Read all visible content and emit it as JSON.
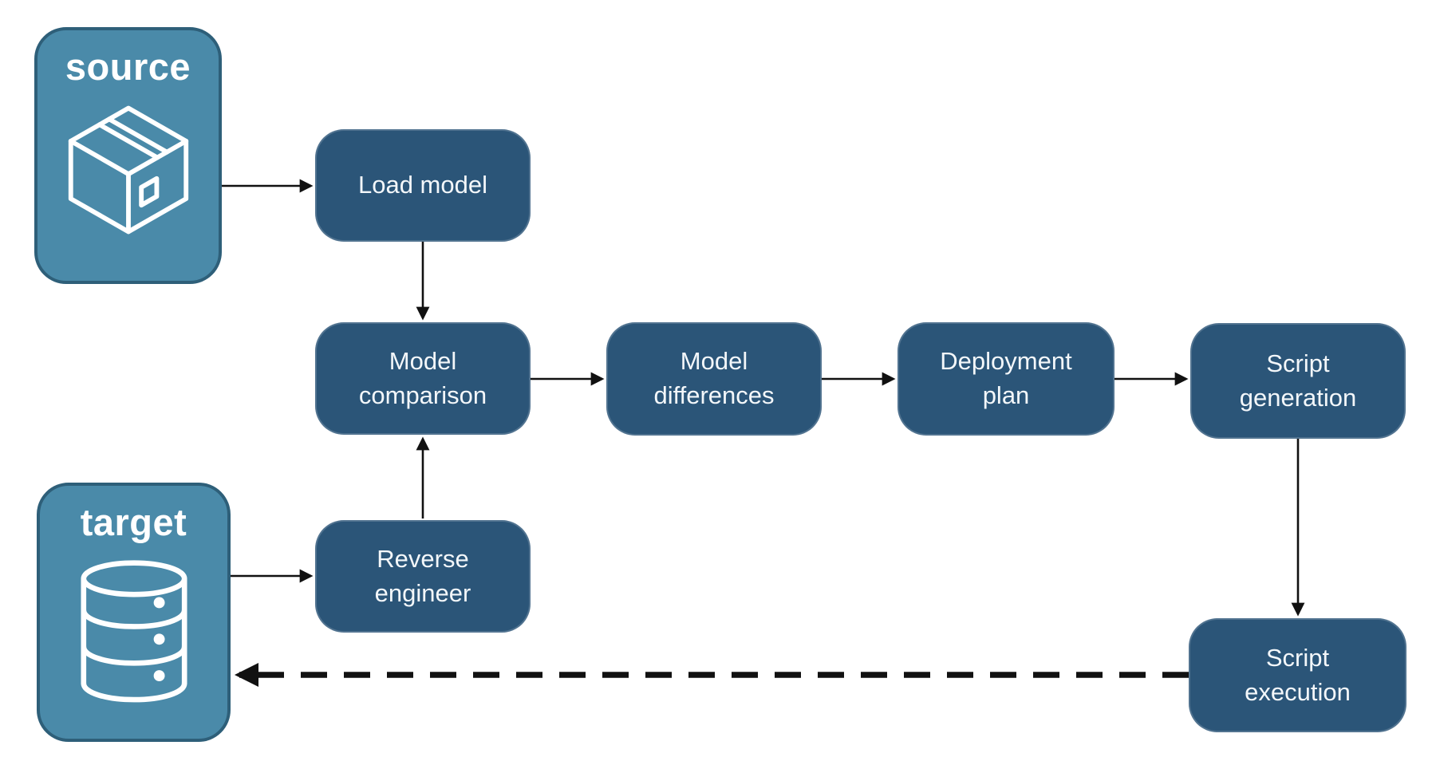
{
  "diagram": {
    "nodes": {
      "source": {
        "label": "source",
        "kind": "container",
        "icon": "package-icon"
      },
      "target": {
        "label": "target",
        "kind": "container",
        "icon": "database-icon"
      },
      "load_model": {
        "label": "Load model",
        "kind": "process"
      },
      "model_comparison": {
        "label": "Model comparison",
        "kind": "process"
      },
      "model_differences": {
        "label": "Model differences",
        "kind": "process"
      },
      "deployment_plan": {
        "label": "Deployment plan",
        "kind": "process"
      },
      "script_generation": {
        "label": "Script generation",
        "kind": "process"
      },
      "reverse_engineer": {
        "label": "Reverse engineer",
        "kind": "process"
      },
      "script_execution": {
        "label": "Script execution",
        "kind": "process"
      }
    },
    "edges": [
      {
        "id": "source-to-load-model",
        "from": "source",
        "to": "load_model",
        "style": "solid"
      },
      {
        "id": "load-model-to-model-comparison",
        "from": "load_model",
        "to": "model_comparison",
        "style": "solid"
      },
      {
        "id": "reverse-engineer-to-model-comparison",
        "from": "reverse_engineer",
        "to": "model_comparison",
        "style": "solid"
      },
      {
        "id": "model-comparison-to-model-differences",
        "from": "model_comparison",
        "to": "model_differences",
        "style": "solid"
      },
      {
        "id": "model-differences-to-deployment-plan",
        "from": "model_differences",
        "to": "deployment_plan",
        "style": "solid"
      },
      {
        "id": "deployment-plan-to-script-generation",
        "from": "deployment_plan",
        "to": "script_generation",
        "style": "solid"
      },
      {
        "id": "script-generation-to-script-execution",
        "from": "script_generation",
        "to": "script_execution",
        "style": "solid"
      },
      {
        "id": "target-to-reverse-engineer",
        "from": "target",
        "to": "reverse_engineer",
        "style": "solid"
      },
      {
        "id": "script-execution-to-target",
        "from": "script_execution",
        "to": "target",
        "style": "dashed"
      }
    ],
    "colors": {
      "process_fill": "#2B5578",
      "container_fill": "#4A8AA9",
      "container_border": "#2E5F79",
      "arrow": "#111111",
      "text": "#FFFFFF",
      "background": "#FFFFFF"
    }
  }
}
